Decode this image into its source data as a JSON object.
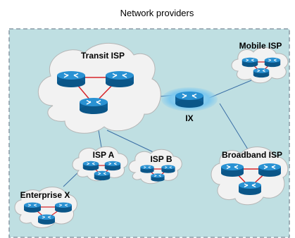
{
  "title": "Network providers",
  "colors": {
    "region_fill": "#bfdfe2",
    "region_border": "#8a9aa5",
    "cloud_fill": "#f2f2f2",
    "cloud_stroke": "#b5b5b5",
    "router_fill": "#1a7fc0",
    "router_highlight": "#7ec0ea",
    "internal_link": "#d6252b",
    "peer_link": "#3a6ea5",
    "ix_glow": "#7ec8ee"
  },
  "nodes": {
    "transit_isp": {
      "label": "Transit ISP"
    },
    "mobile_isp": {
      "label": "Mobile ISP"
    },
    "ix": {
      "label": "IX"
    },
    "isp_a": {
      "label": "ISP A"
    },
    "isp_b": {
      "label": "ISP B"
    },
    "broadband_isp": {
      "label": "Broadband ISP"
    },
    "enterprise_x": {
      "label": "Enterprise X"
    }
  },
  "icons": {
    "router": "router-icon",
    "cloud": "cloud-shape"
  }
}
